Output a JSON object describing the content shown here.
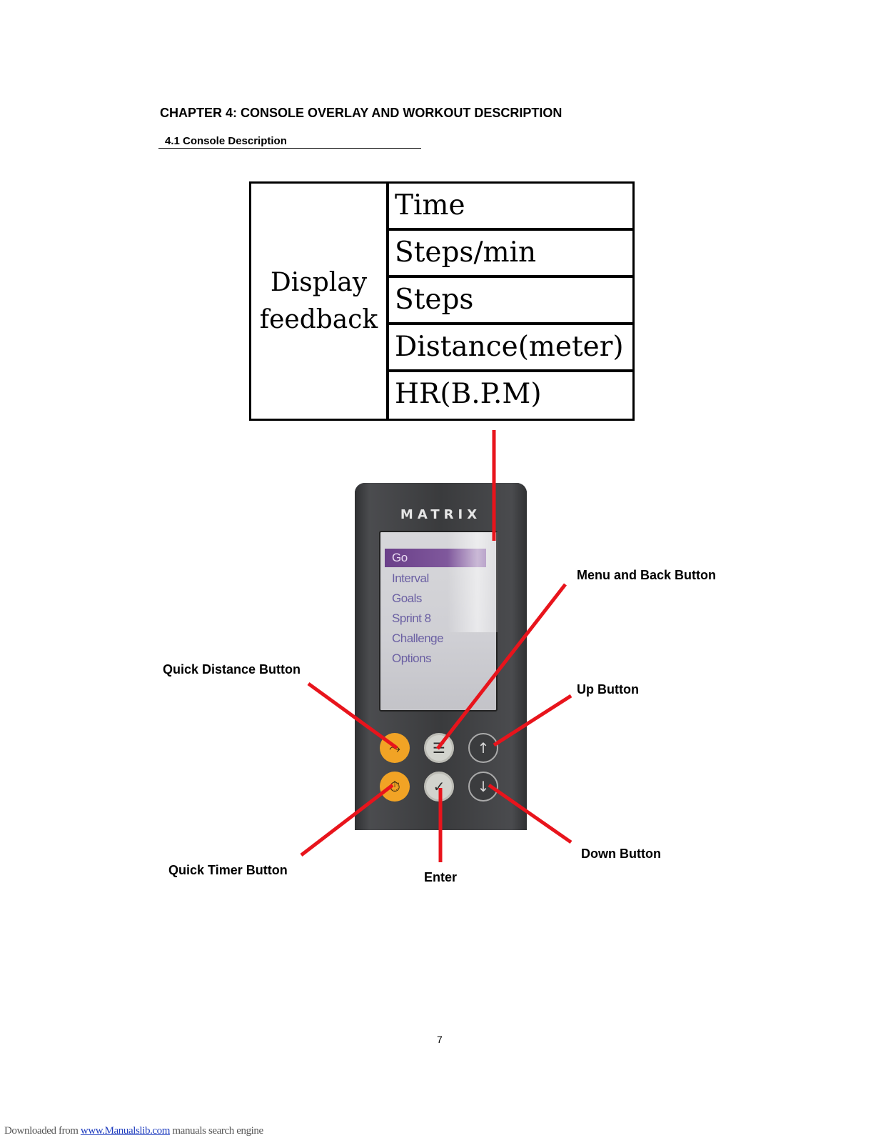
{
  "chapter_title": "CHAPTER 4: CONSOLE OVERLAY AND WORKOUT DESCRIPTION",
  "section_heading": "4.1 Console Description",
  "feedback_table": {
    "left_label_line1": "Display",
    "left_label_line2": "feedback",
    "rows": [
      "Time",
      "Steps/min",
      "Steps",
      "Distance(meter)",
      "HR(B.P.M)"
    ]
  },
  "console": {
    "brand": "MATRIX",
    "menu": [
      "Go",
      "Interval",
      "Goals",
      "Sprint 8",
      "Challenge",
      "Options"
    ],
    "selected_menu_item": "Go"
  },
  "callout_labels": {
    "menu_and_back": "Menu and Back Button",
    "up": "Up Button",
    "quick_distance": "Quick Distance Button",
    "quick_timer": "Quick Timer Button",
    "enter": "Enter",
    "down": "Down Button"
  },
  "colors": {
    "callout_line": "#e8141c",
    "orange_button": "#f1a325",
    "menu_selected": "#6a3f89"
  },
  "page_number": "7",
  "footer": {
    "prefix": "Downloaded from ",
    "link": "www.Manualslib.com",
    "suffix": "  manuals search engine"
  }
}
